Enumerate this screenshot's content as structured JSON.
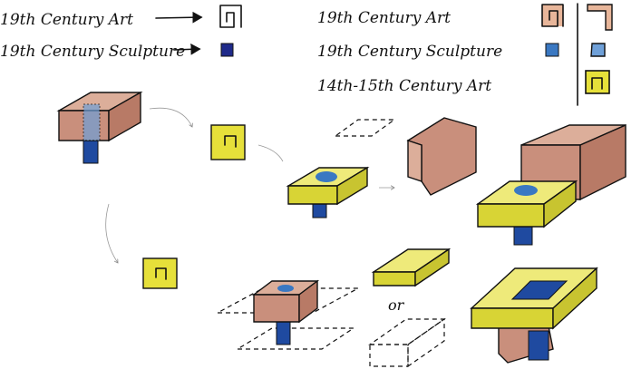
{
  "legend_left": {
    "items": [
      {
        "label": "19th Century Art",
        "icon": "spiral-outline-icon"
      },
      {
        "label": "19th Century Sculpture",
        "icon": "blue-square-icon"
      }
    ]
  },
  "legend_right": {
    "items": [
      {
        "label": "19th Century Art",
        "icon": "peach-spiral-icon"
      },
      {
        "label": "19th Century Sculpture",
        "icon": "light-blue-square-icon"
      },
      {
        "label": "14th-15th Century Art",
        "icon": "yellow-spiral-icon"
      }
    ]
  },
  "or_label": "or",
  "colors": {
    "art19": "#d9a08a",
    "sculpture_dark": "#1f2a8a",
    "sculpture": "#3a78c2",
    "art14": "#e6e03a",
    "ink": "#111111"
  }
}
